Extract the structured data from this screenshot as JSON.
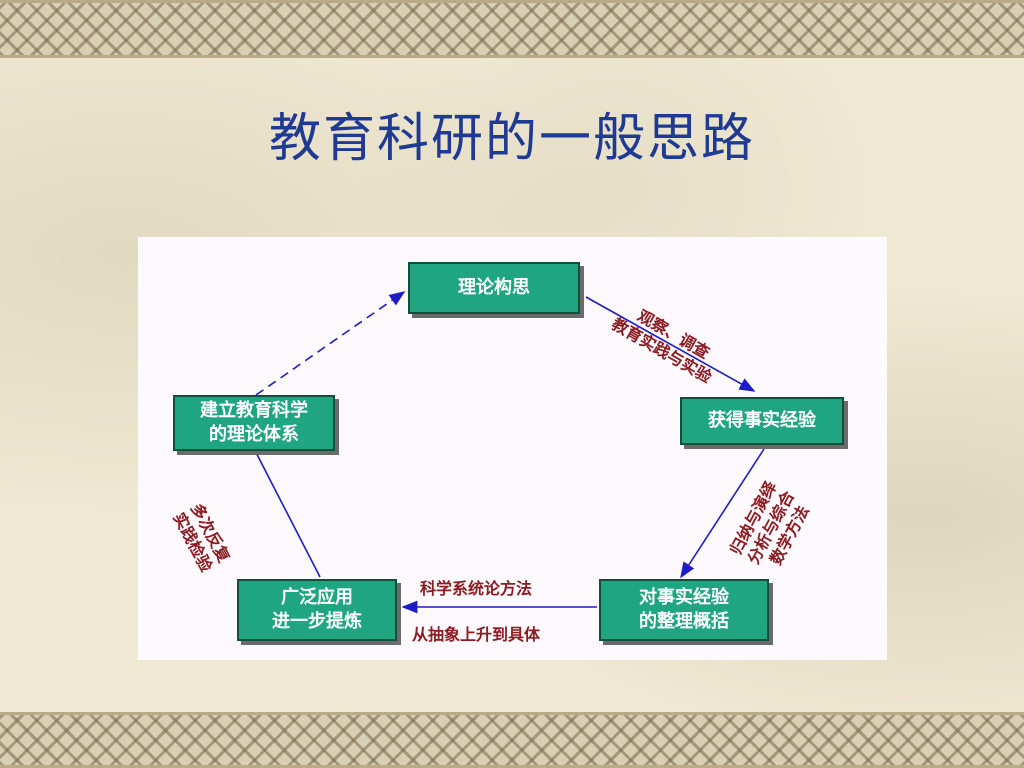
{
  "slide": {
    "title": "教育科研的一般思路"
  },
  "diagram": {
    "nodes": {
      "theory": "理论构思",
      "facts": "获得事实经验",
      "organize": [
        "对事实经验",
        "的整理概括"
      ],
      "apply": [
        "广泛应用",
        "进一步提炼"
      ],
      "build": [
        "建立教育科学",
        "的理论体系"
      ]
    },
    "edge_labels": {
      "theory_to_facts": [
        "观察、调查",
        "教育实践与实验"
      ],
      "facts_to_organize": [
        "归纳与演绎",
        "分析与综合",
        "数学方法"
      ],
      "organize_to_apply": [
        "科学系统论方法",
        "从抽象上升到具体"
      ],
      "apply_to_build": [
        "多次反复",
        "实践检验"
      ]
    }
  }
}
